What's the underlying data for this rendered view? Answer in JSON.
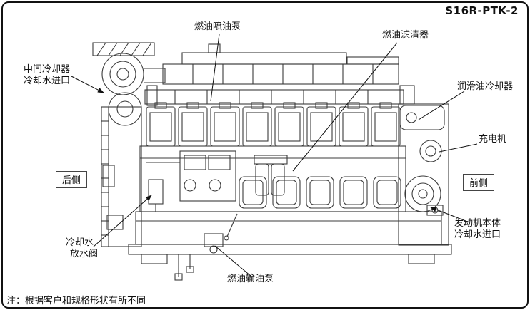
{
  "title": "S16R-PTK-2",
  "note": "注：根据客户和规格形状有所不同",
  "labels": {
    "fuel_injection_pump": "燃油喷油泵",
    "fuel_filter": "燃油滤清器",
    "intercooler_inlet": [
      "中间冷却器",
      "冷却水进口"
    ],
    "lube_oil_cooler": "润滑油冷却器",
    "alternator": "充电机",
    "rear_side": "后侧",
    "front_side": "前侧",
    "drain_valve": [
      "冷却水",
      "放水阀"
    ],
    "fuel_feed_pump": "燃油输油泵",
    "engine_body_inlet": [
      "发动机本体",
      "冷却水进口"
    ]
  }
}
